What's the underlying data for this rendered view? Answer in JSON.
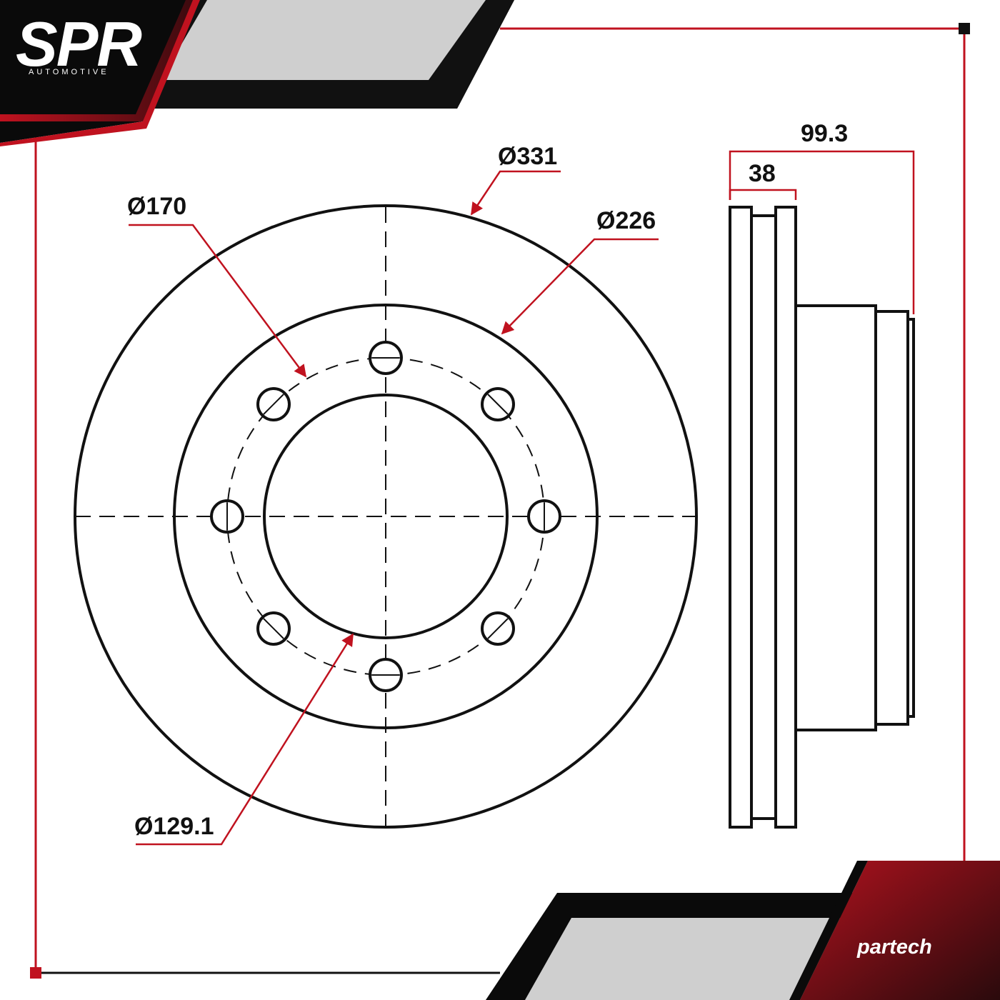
{
  "brand": {
    "logo_text": "SPR",
    "logo_subtitle": "AUTOMOTIVE",
    "partner_logo": "partech"
  },
  "colors": {
    "accent_red": "#c0121f",
    "dark": "#0a0a0a",
    "panel_gray": "#cfcfcf"
  },
  "dimensions": {
    "outer_diameter": "Ø331",
    "bolt_circle": "Ø170",
    "hat_diameter": "Ø226",
    "center_bore": "Ø129.1",
    "total_height": "99.3",
    "thickness": "38"
  },
  "rotor": {
    "bolt_holes": 8
  }
}
